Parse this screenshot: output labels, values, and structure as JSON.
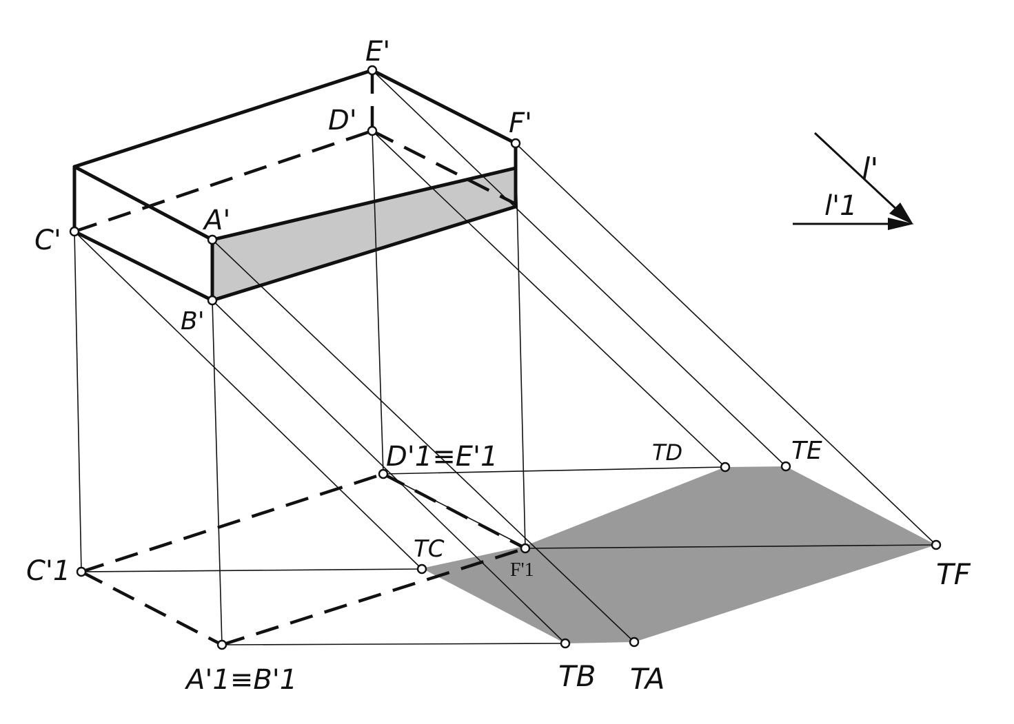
{
  "labels": {
    "E_prime": "E'",
    "D_prime": "D'",
    "F_prime": "F'",
    "A_prime": "A'",
    "B_prime": "B'",
    "C_prime": "C'",
    "C1_prime": "C'1",
    "D1E1": "D'1≡E'1",
    "A1B1": "A'1≡B'1",
    "F1_prime": "F'1",
    "T_D": "TD",
    "T_E": "TE",
    "T_C": "TC",
    "T_F": "TF",
    "T_B": "TB",
    "T_A": "TA",
    "l_prime": "l'",
    "l1_prime": "l'1"
  },
  "colors": {
    "line": "#111111",
    "face_shade": "#c8c8c8",
    "shadow": "#9a9a9a"
  }
}
